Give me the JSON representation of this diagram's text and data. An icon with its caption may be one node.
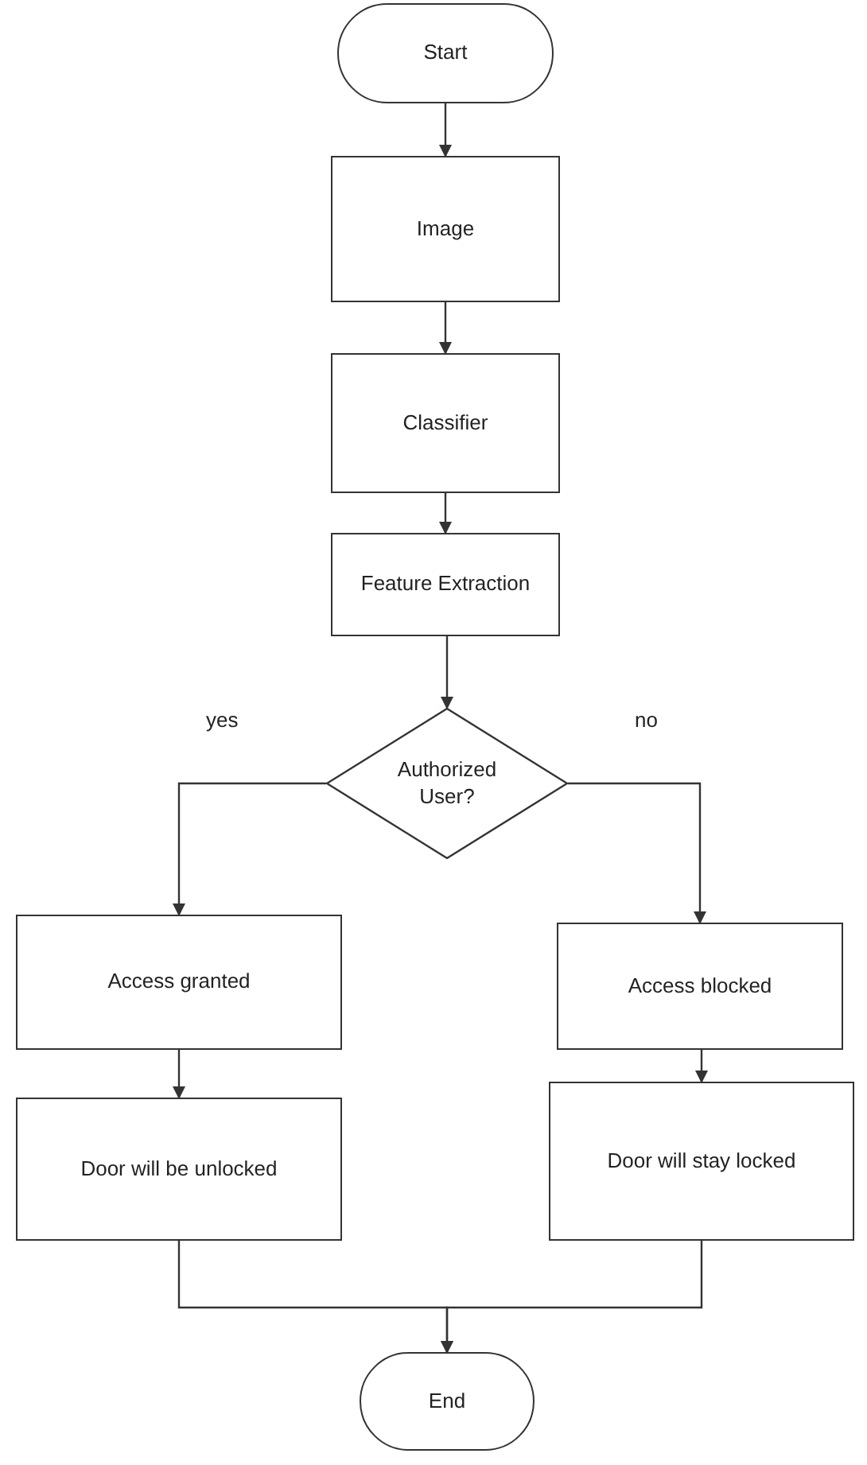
{
  "diagram": {
    "nodes": [
      {
        "text": [
          "Start"
        ]
      },
      {
        "text": [
          "Image"
        ]
      },
      {
        "text": [
          "Classifier"
        ]
      },
      {
        "text": [
          "Feature Extraction"
        ]
      },
      {
        "text": [
          "Authorized User?"
        ]
      },
      {
        "text": [
          "Access granted"
        ]
      },
      {
        "text": [
          "Access blocked"
        ]
      },
      {
        "text": [
          "Door will be unlocked"
        ]
      },
      {
        "text": [
          "Door will stay locked"
        ]
      },
      {
        "text": [
          "End"
        ]
      }
    ],
    "edges": [
      {
        "from": 0,
        "to": 1,
        "arrow": "to"
      },
      {
        "from": 1,
        "to": 2,
        "arrow": "to"
      },
      {
        "from": 2,
        "to": 3,
        "arrow": "to"
      },
      {
        "from": 3,
        "to": 4,
        "arrow": "to"
      },
      {
        "from": 4,
        "to": 5,
        "arrow": "to",
        "label": "yes"
      },
      {
        "from": 4,
        "to": 6,
        "arrow": "to",
        "label": "no"
      },
      {
        "from": 5,
        "to": 7,
        "arrow": "to"
      },
      {
        "from": 6,
        "to": 8,
        "arrow": "to"
      },
      {
        "from": 7,
        "to": 9,
        "arrow": "to"
      },
      {
        "from": 8,
        "to": 9,
        "arrow": "to"
      }
    ]
  }
}
